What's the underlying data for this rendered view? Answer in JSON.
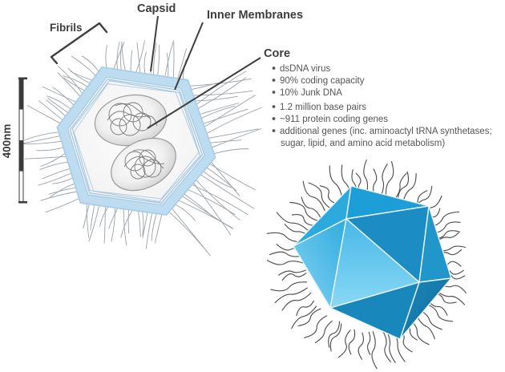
{
  "labels": {
    "fibrils": "Fibrils",
    "capsid": "Capsid",
    "inner_membranes": "Inner Membranes",
    "core": "Core"
  },
  "scale_bar": {
    "label": "400nm"
  },
  "core_bullets": [
    "dsDNA virus",
    "90% coding capacity",
    "10% Junk DNA",
    "1.2 million base pairs",
    "~911 protein coding genes",
    "additional genes (inc. aminoactyl tRNA synthetases;",
    "sugar, lipid, and amino acid metabolism)"
  ],
  "colors": {
    "label_text": "#3d3d3d",
    "bullet_text": "#55565a",
    "leader": "#3f3f3f",
    "capsid_band": "#bedcf0",
    "capsid_edge": "#a7cce8",
    "membrane": "#9cc3e2",
    "core_outline": "#9b9b9b",
    "squiggle": "#787878",
    "fibril_gray": "#9aa1a8",
    "fibril_dark": "#4f4f4f",
    "scalebar": "#3a3a3a",
    "ico": {
      "top_left": "#2caade",
      "top_right": "#1e9ed6",
      "inner_right": "#1b8dc4",
      "outer_right": "#2196cb",
      "bottom": "#1787bc"
    }
  }
}
